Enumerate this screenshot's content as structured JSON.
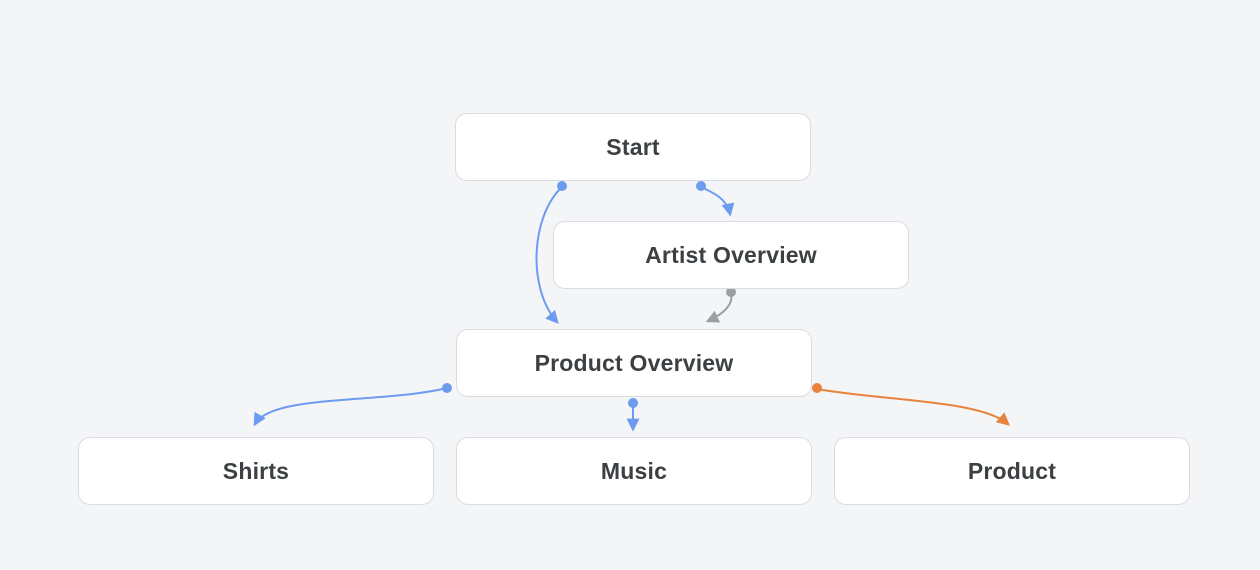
{
  "diagram": {
    "nodes": [
      {
        "id": "start",
        "label": "Start"
      },
      {
        "id": "artist-overview",
        "label": "Artist Overview"
      },
      {
        "id": "product-overview",
        "label": "Product Overview"
      },
      {
        "id": "shirts",
        "label": "Shirts"
      },
      {
        "id": "music",
        "label": "Music"
      },
      {
        "id": "product",
        "label": "Product"
      }
    ],
    "edges": [
      {
        "from": "start",
        "to": "artist-overview",
        "color": "blue"
      },
      {
        "from": "start",
        "to": "product-overview",
        "color": "blue"
      },
      {
        "from": "artist-overview",
        "to": "product-overview",
        "color": "gray"
      },
      {
        "from": "product-overview",
        "to": "shirts",
        "color": "blue"
      },
      {
        "from": "product-overview",
        "to": "music",
        "color": "blue"
      },
      {
        "from": "product-overview",
        "to": "product",
        "color": "orange"
      }
    ]
  },
  "colors": {
    "edge_blue": "#6d9bf0",
    "edge_gray": "#9aa0a6",
    "edge_orange": "#e8833e",
    "node_background": "#ffffff",
    "node_border": "#d9dce1",
    "node_text": "#3c4043",
    "canvas_background": "#f4f5f7"
  }
}
